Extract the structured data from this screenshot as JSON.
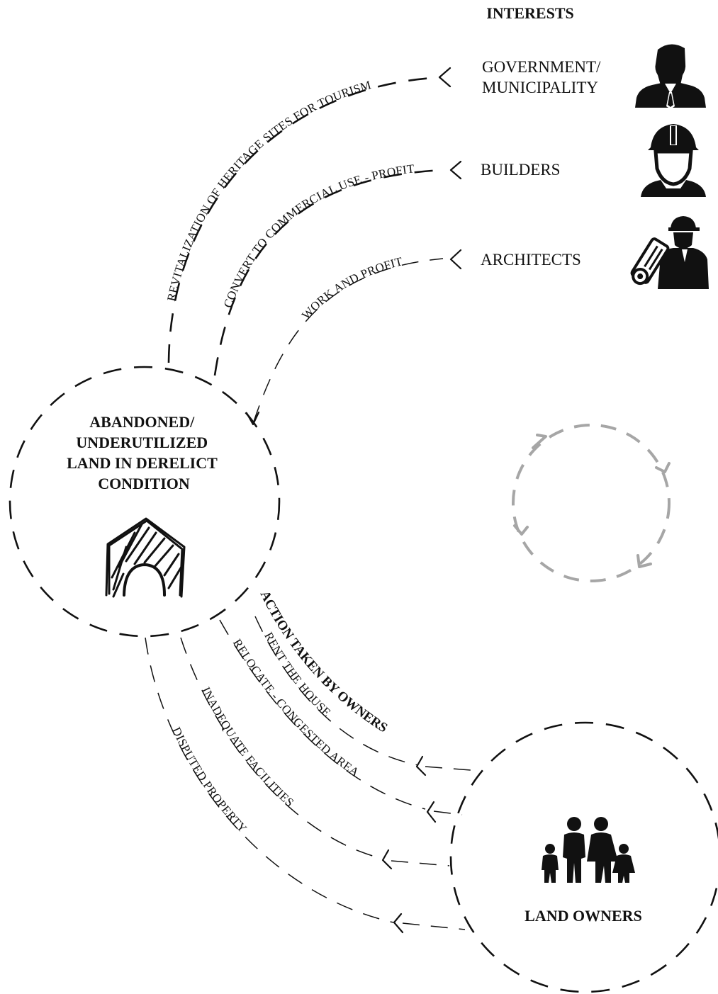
{
  "header": {
    "title": "INTERESTS"
  },
  "stakeholders": [
    {
      "label_lines": [
        "GOVERNMENT/",
        "MUNICIPALITY"
      ],
      "icon": "businessman-icon",
      "interest": "REVITALIZATION OF HERITAGE SITES FOR TOURISM"
    },
    {
      "label_lines": [
        "BUILDERS"
      ],
      "icon": "construction-worker-helmet-icon",
      "interest": "CONVERT TO COMMERCIAL USE - PROFIT"
    },
    {
      "label_lines": [
        "ARCHITECTS"
      ],
      "icon": "architect-blueprint-icon",
      "interest": "WORK AND PROFIT"
    }
  ],
  "central_node": {
    "label_lines": [
      "ABANDONED/",
      "UNDERUTILIZED",
      "LAND IN DERELICT",
      "CONDITION"
    ],
    "icon": "sketched-house-icon"
  },
  "owners_node": {
    "label": "LAND OWNERS",
    "icon": "family-icon"
  },
  "owners_section": {
    "title": "ACTION TAKEN BY OWNERS",
    "actions": [
      "RENT THE HOUSE",
      "RELOCATE - CONGESTED AREA",
      "INADEQUATE FACILITIES",
      "DISPUTED PROPERTY"
    ]
  },
  "cycle_icon": "cycle-arrows-icon",
  "colors": {
    "ink": "#111111",
    "cycle": "#a6a6a6",
    "background": "#ffffff"
  }
}
